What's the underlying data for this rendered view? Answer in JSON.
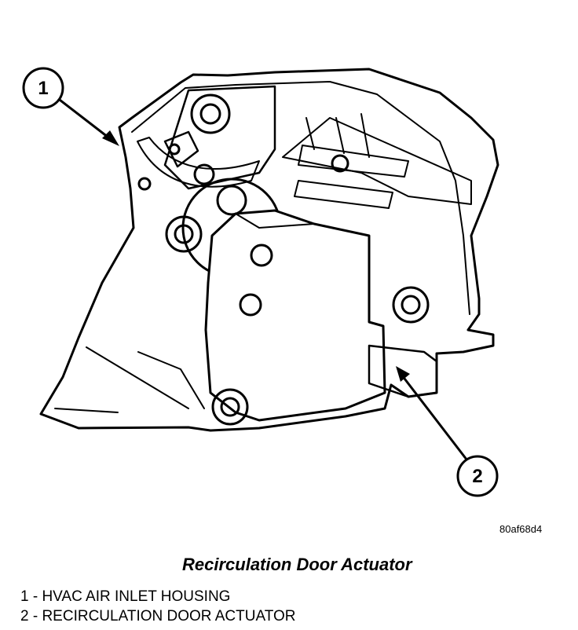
{
  "figure": {
    "title": "Recirculation Door Actuator",
    "code": "80af68d4",
    "callouts": [
      {
        "number": "1",
        "text": "1 - HVAC AIR INLET HOUSING"
      },
      {
        "number": "2",
        "text": "2 - RECIRCULATION DOOR ACTUATOR"
      }
    ]
  }
}
